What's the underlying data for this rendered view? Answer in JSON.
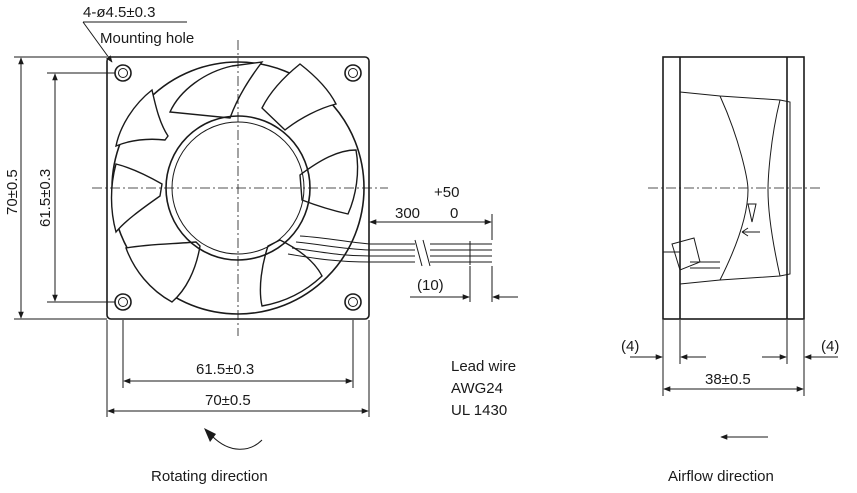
{
  "front_view": {
    "hole_spec": "4-ø4.5±0.3",
    "hole_label": "Mounting hole",
    "height_outer": "70±0.5",
    "height_inner": "61.5±0.3",
    "width_inner": "61.5±0.3",
    "width_outer": "70±0.5",
    "lead_tolerance": "+50",
    "lead_length": "300",
    "lead_zero": "0",
    "strip_length": "(10)"
  },
  "lead_wire": {
    "title": "Lead wire",
    "gauge": "AWG24",
    "standard": "UL 1430"
  },
  "side_view": {
    "offset_left": "(4)",
    "offset_right": "(4)",
    "depth": "38±0.5"
  },
  "captions": {
    "rotating": "Rotating direction",
    "airflow": "Airflow direction"
  }
}
